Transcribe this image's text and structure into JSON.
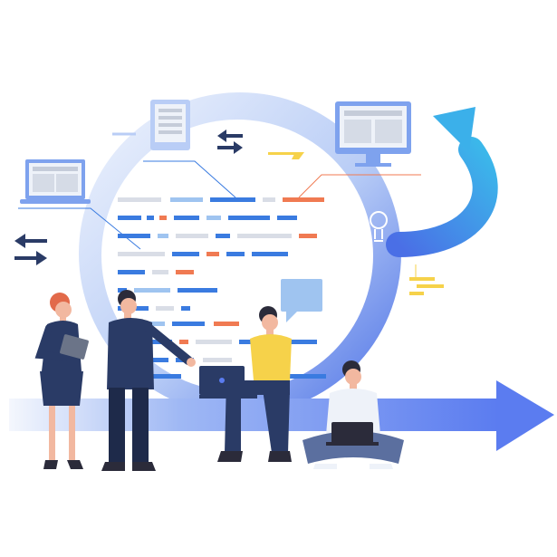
{
  "illustration": {
    "subject": "team-collaboration-development-cycle",
    "colors": {
      "ring_light": "#e3ecfb",
      "ring_mid": "#8fb0f2",
      "ring_deep": "#4a6fe6",
      "arrow_blue": "#5b7cf0",
      "arrow_cyan": "#3bb0ea",
      "navy": "#2a3b66",
      "code_blue": "#3a7be0",
      "code_orange": "#f07a52",
      "code_lightblue": "#9fc4f0",
      "code_gray": "#d9dde6",
      "yellow": "#f6d24a",
      "skin": "#f2b8a0",
      "hair_red": "#e26a4a",
      "hair_dark": "#2b2b3a"
    },
    "icons": [
      "monitor-icon",
      "tablet-icon",
      "swap-arrows-icon",
      "lightbulb-icon",
      "speech-bubble-icon",
      "cycle-arrow-icon",
      "forward-arrow-icon",
      "laptop-icon"
    ],
    "people": [
      "woman-with-tablet",
      "man-pointing",
      "man-sitting-with-laptop",
      "man-cross-legged-with-laptop"
    ]
  }
}
